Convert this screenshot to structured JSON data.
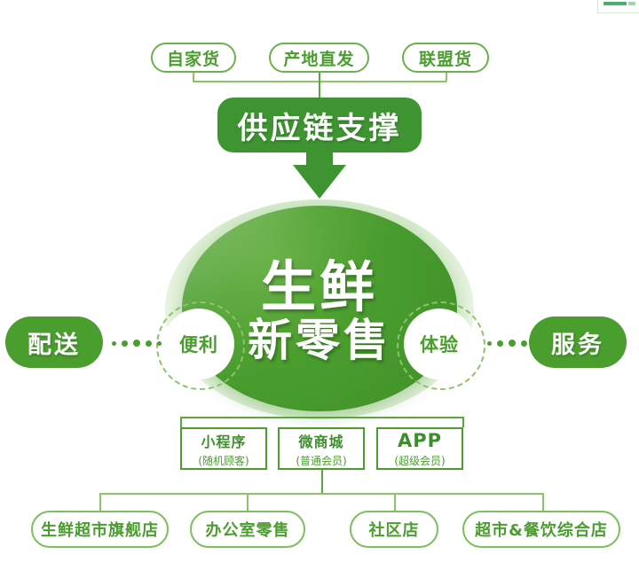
{
  "diagram": {
    "title_banner": "供应链支撑",
    "sources": [
      {
        "label": "自家货"
      },
      {
        "label": "产地直发"
      },
      {
        "label": "联盟货"
      }
    ],
    "core": {
      "line1": "生鲜",
      "line2": "新零售"
    },
    "attributes": [
      {
        "label": "便利",
        "side": "left"
      },
      {
        "label": "体验",
        "side": "right"
      }
    ],
    "ends": [
      {
        "label": "配送",
        "side": "left"
      },
      {
        "label": "服务",
        "side": "right"
      }
    ],
    "channels": [
      {
        "title": "小程序",
        "sub": "(随机顾客)",
        "latin": false
      },
      {
        "title": "微商城",
        "sub": "(普通会员)",
        "latin": false
      },
      {
        "title": "APP",
        "sub": "(超级会员)",
        "latin": true
      }
    ],
    "stores": [
      {
        "label": "生鲜超市旗舰店"
      },
      {
        "label": "办公室零售"
      },
      {
        "label": "社区店"
      },
      {
        "label": "超市&餐饮综合店"
      }
    ]
  },
  "colors": {
    "brand_dark_green": "#3d9431",
    "brand_green": "#4a9e2e",
    "brand_light_green": "#7cbf5c",
    "outline_green": "#6ab04c",
    "white": "#ffffff"
  }
}
